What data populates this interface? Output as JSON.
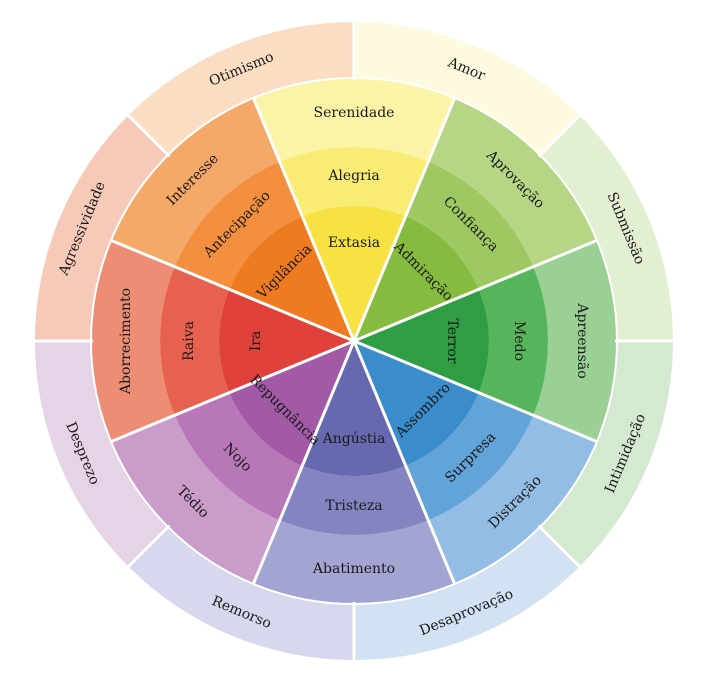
{
  "emotions": [
    {
      "id": "joy",
      "dyad_after": "Amor",
      "levels": [
        "Serenidade",
        "Alegria",
        "Extasia"
      ],
      "colors": [
        "#fbf3a6",
        "#f9ec75",
        "#f6e343"
      ],
      "outer_color": "#fdfae0"
    },
    {
      "id": "trust",
      "dyad_after": "Submissão",
      "levels": [
        "Aprovação",
        "Confiança",
        "Admiração"
      ],
      "colors": [
        "#b6d686",
        "#9ec962",
        "#86bb3f"
      ],
      "outer_color": "#e2efd0"
    },
    {
      "id": "fear",
      "dyad_after": "Intimidação",
      "levels": [
        "Apreensão",
        "Medo",
        "Terror"
      ],
      "colors": [
        "#9bd094",
        "#56b45b",
        "#2f9d43"
      ],
      "outer_color": "#d3ead0"
    },
    {
      "id": "surprise",
      "dyad_after": "Desaprovação",
      "levels": [
        "Distração",
        "Surpresa",
        "Assombro"
      ],
      "colors": [
        "#94bde5",
        "#62a3d8",
        "#3b8ccb"
      ],
      "outer_color": "#d2e2f3"
    },
    {
      "id": "sadness",
      "dyad_after": "Remorso",
      "levels": [
        "Abatimento",
        "Tristeza",
        "Angústia"
      ],
      "colors": [
        "#a3a4d2",
        "#8384c1",
        "#6769b0"
      ],
      "outer_color": "#d7d7ee"
    },
    {
      "id": "disgust",
      "dyad_after": "Desprezo",
      "levels": [
        "Tédio",
        "Nojo",
        "Repugnância"
      ],
      "colors": [
        "#c99cc9",
        "#b777b8",
        "#a25aa6"
      ],
      "outer_color": "#e6d3e6"
    },
    {
      "id": "anger",
      "dyad_after": "Agressividade",
      "levels": [
        "Aborrecimento",
        "Raiva",
        "Ira"
      ],
      "colors": [
        "#ed8e74",
        "#e76150",
        "#e0413b"
      ],
      "outer_color": "#f7c9b8"
    },
    {
      "id": "anticipation",
      "dyad_after": "Otimismo",
      "levels": [
        "Interesse",
        "Antecipação",
        "Vigilância"
      ],
      "colors": [
        "#f5a968",
        "#f38f3e",
        "#ef7b21"
      ],
      "outer_color": "#fbddc3"
    }
  ]
}
